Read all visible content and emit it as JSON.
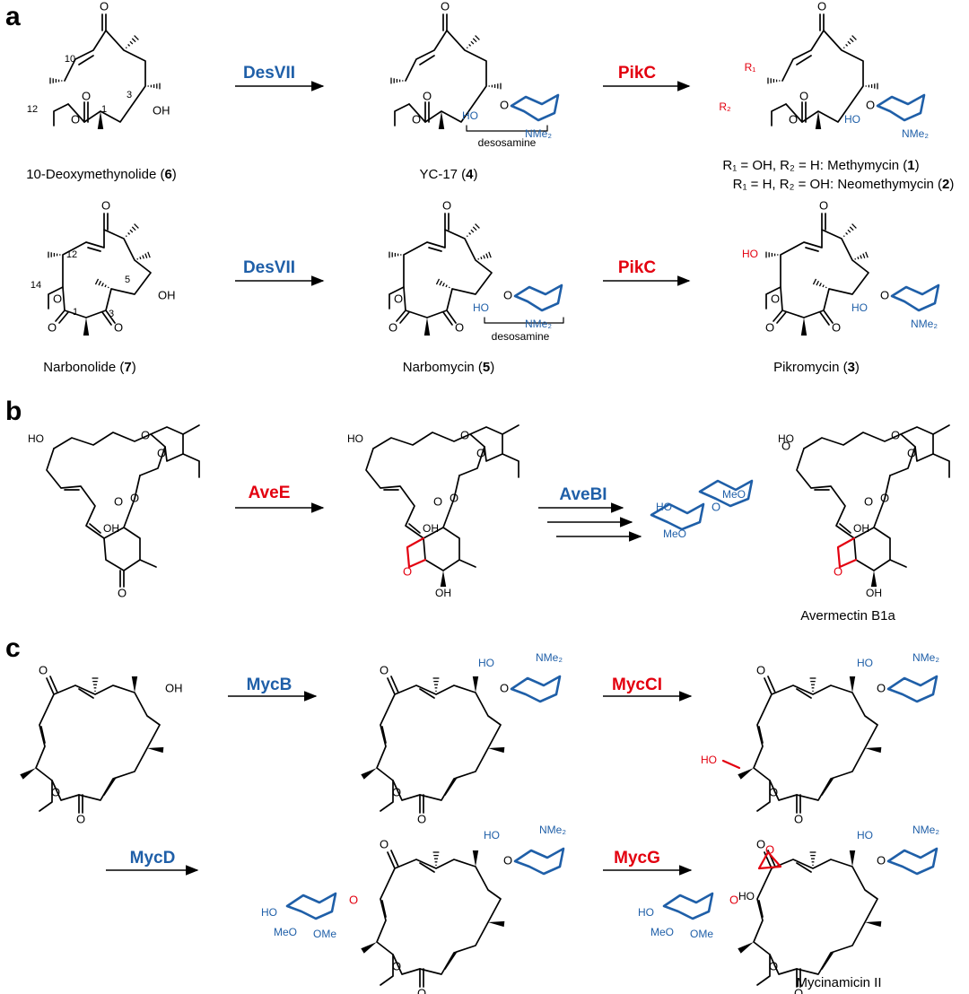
{
  "panels": [
    "a",
    "b",
    "c"
  ],
  "colors": {
    "blue": "#1f5fa8",
    "red": "#e3000f",
    "black": "#000000"
  },
  "enzymes": {
    "desvii_1": "DesVII",
    "pikc_1": "PikC",
    "desvii_2": "DesVII",
    "pikc_2": "PikC",
    "avee": "AveE",
    "avebi": "AveBI",
    "mycb": "MycB",
    "myccl": "MycCI",
    "mycd": "MycD",
    "mycg": "MycG"
  },
  "compounds": {
    "c6": {
      "name": "10-Deoxymethynolide (",
      "num": "6",
      "close": ")"
    },
    "c4": {
      "name": "YC-17 (",
      "num": "4",
      "close": ")"
    },
    "c1": {
      "name": "R₁ = OH, R₂ = H: Methymycin (",
      "num": "1",
      "close": ")"
    },
    "c2": {
      "name": "R₁ = H, R₂ = OH: Neomethymycin (",
      "num": "2",
      "close": ")"
    },
    "c7": {
      "name": "Narbonolide (",
      "num": "7",
      "close": ")"
    },
    "c5": {
      "name": "Narbomycin (",
      "num": "5",
      "close": ")"
    },
    "c3": {
      "name": "Pikromycin (",
      "num": "3",
      "close": ")"
    },
    "avermectin": "Avermectin B1a",
    "mycinamicin": "Mycinamicin II"
  },
  "atom_labels": {
    "O": "O",
    "OH": "OH",
    "HO": "HO",
    "NMe2": "NMe₂",
    "MeO": "MeO",
    "OMe": "OMe",
    "R1": "R₁",
    "R2": "R₂",
    "n10": "10",
    "n12": "12",
    "n1": "1",
    "n3": "3",
    "n5": "5",
    "n14": "14",
    "desosamine": "desosamine"
  }
}
